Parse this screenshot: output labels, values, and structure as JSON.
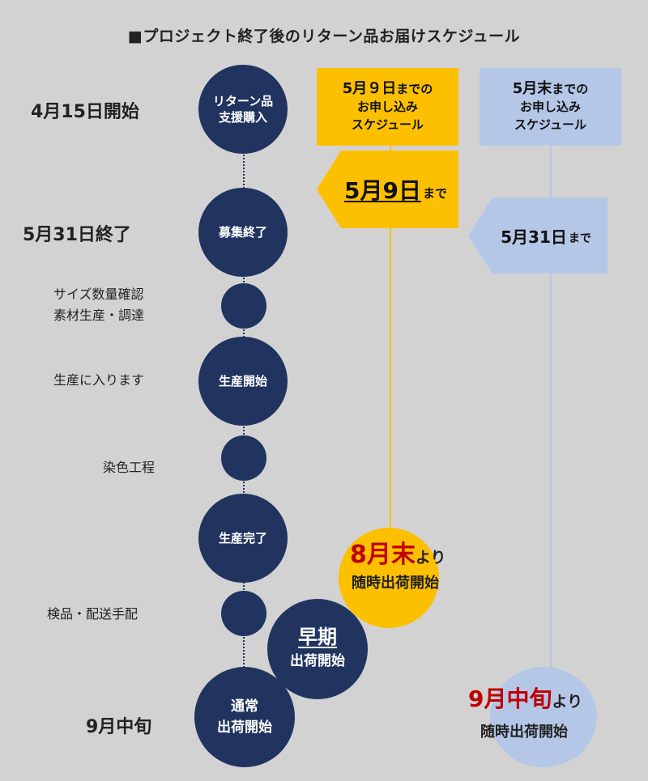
{
  "title": "■プロジェクト終了後のリターン品お届けスケジュール",
  "left_labels": {
    "start": "4月15日開始",
    "end": "5月31日終了",
    "size_check_1": "サイズ数量確認",
    "size_check_2": "素材生産・調達",
    "production_into": "生産に入ります",
    "dyeing": "染色工程",
    "inspection": "検品・配送手配",
    "mid_sept": "9月中旬"
  },
  "circles": {
    "c1_line1": "リターン品",
    "c1_line2": "支援購入",
    "c2": "募集終了",
    "c3": "生産開始",
    "c4": "生産完了",
    "early_line1": "早期",
    "early_line2": "出荷開始",
    "normal_line1": "通常",
    "normal_line2": "出荷開始"
  },
  "yellow_column": {
    "header_line1_date": "5月９日",
    "header_line1_suffix": "までの",
    "header_line2": "お申し込み",
    "header_line3": "スケジュール",
    "deadline_date": "5月9日",
    "deadline_suffix": "まで",
    "ship_date": "8月末",
    "ship_suffix": "より",
    "ship_text": "随時出荷開始"
  },
  "blue_column": {
    "header_line1_date": "5月末",
    "header_line1_suffix": "までの",
    "header_line2": "お申し込み",
    "header_line3": "スケジュール",
    "deadline_date": "5月31日",
    "deadline_suffix": "まで",
    "ship_date": "9月中旬",
    "ship_suffix": "より",
    "ship_text": "随時出荷開始"
  },
  "colors": {
    "background": "#d3d2d2",
    "navy": "#213460",
    "yellow": "#fdc000",
    "light_blue": "#b5c7e7",
    "red": "#c00000"
  }
}
